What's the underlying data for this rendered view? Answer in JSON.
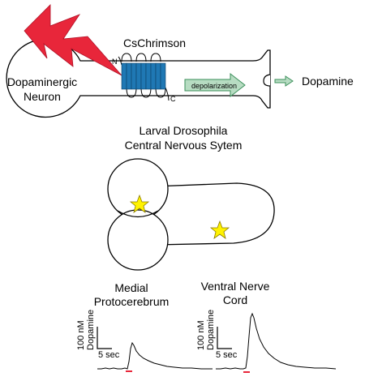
{
  "neuron_panel": {
    "channel_label": "CsChrimson",
    "n_terminus": "N",
    "c_terminus": "C",
    "cell_label_line1": "Dopaminergic",
    "cell_label_line2": "Neuron",
    "arrow_label": "depolarization",
    "release_label": "Dopamine",
    "colors": {
      "lightning": "#e8263a",
      "helix": "#1f78b4",
      "arrow_fill": "#b7dcc2",
      "arrow_stroke": "#3b8f5a"
    },
    "icons": [
      "lightning-bolt-icon",
      "channel-helix-icon",
      "release-arrow-icon"
    ]
  },
  "cns_panel": {
    "title_line1": "Larval Drosophila",
    "title_line2": "Central Nervous Sytem",
    "star_color": "#fff200",
    "icons": [
      "star-icon",
      "star-icon"
    ]
  },
  "traces": [
    {
      "title_line1": "Medial",
      "title_line2": "Protocerebrum",
      "scale_y": "100 nM",
      "scale_y_unit": "Dopamine",
      "scale_x": "5 sec",
      "stim_color": "#e8263a"
    },
    {
      "title_line1": "Ventral Nerve",
      "title_line2": "Cord",
      "scale_y": "100 nM",
      "scale_y_unit": "Dopamine",
      "scale_x": "5 sec",
      "stim_color": "#e8263a"
    }
  ]
}
